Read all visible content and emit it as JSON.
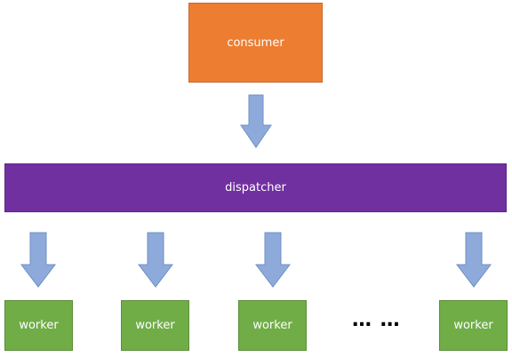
{
  "diagram": {
    "consumer": {
      "label": "consumer",
      "color": "#ed7d31"
    },
    "dispatcher": {
      "label": "dispatcher",
      "color": "#7030a0"
    },
    "workers": [
      {
        "label": "worker"
      },
      {
        "label": "worker"
      },
      {
        "label": "worker"
      },
      {
        "label": "worker"
      }
    ],
    "worker_color": "#70ad47",
    "arrow_color": "#8eaadb",
    "ellipsis": "… …"
  }
}
